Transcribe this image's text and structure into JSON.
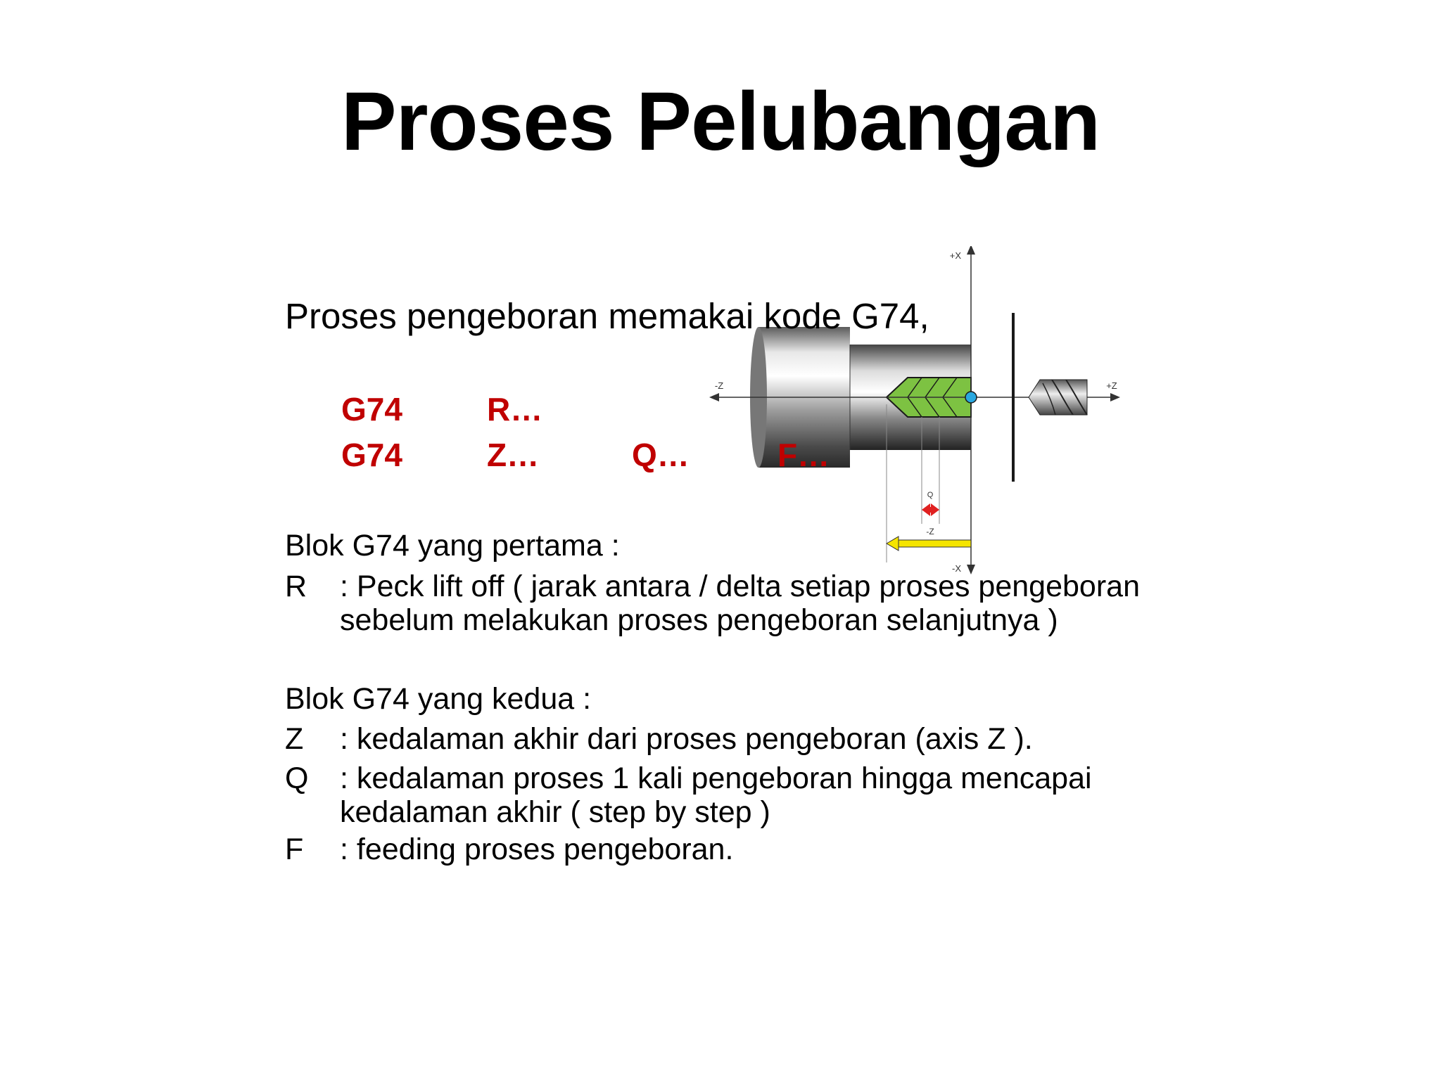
{
  "title": "Proses Pelubangan",
  "intro": "Proses pengeboran memakai kode G74,",
  "code_lines": [
    [
      "G74",
      "R…"
    ],
    [
      "G74",
      "Z…",
      "Q…",
      "F…"
    ]
  ],
  "block1": {
    "heading": "Blok G74 yang pertama :",
    "items": [
      {
        "letter": "R",
        "line1": ": Peck lift off ( jarak antara / delta setiap proses pengeboran",
        "line2": "sebelum melakukan proses pengeboran selanjutnya )"
      }
    ]
  },
  "block2": {
    "heading": "Blok G74 yang kedua :",
    "items": [
      {
        "letter": "Z",
        "line1": ": kedalaman akhir dari proses pengeboran (axis Z )."
      },
      {
        "letter": "Q",
        "line1": ": kedalaman proses 1 kali pengeboran hingga mencapai",
        "line2": "kedalaman akhir ( step by step )"
      },
      {
        "letter": "F",
        "line1": ": feeding proses pengeboran."
      }
    ]
  },
  "diagram": {
    "plus_x": "+X",
    "minus_x": "-X",
    "plus_z": "+Z",
    "minus_z": "-Z",
    "q_label": "Q",
    "z_label": "-Z",
    "colors": {
      "drill_tip": "#7dc242",
      "q_arrow": "#e02020",
      "z_arrow": "#f5e500",
      "origin": "#29a8e0"
    }
  }
}
